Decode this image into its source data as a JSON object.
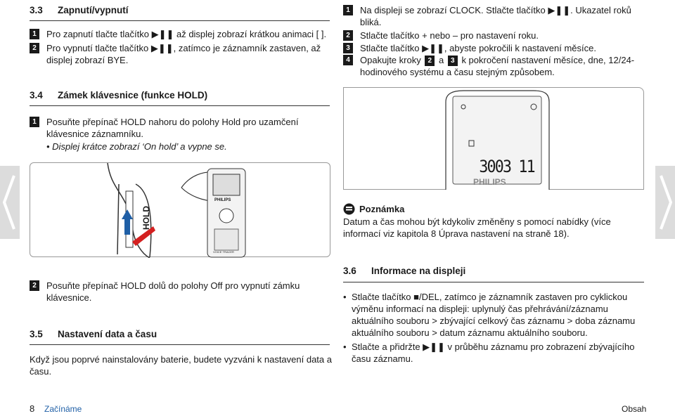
{
  "sec33": {
    "num": "3.3",
    "title": "Zapnutí/vypnutí"
  },
  "sec33_steps": [
    {
      "badge": "1",
      "text": "Pro zapnutí tlačte tlačítko ▶❚❚ až displej zobrazí krátkou animaci [ ]."
    },
    {
      "badge": "2",
      "text": "Pro vypnutí tlačte tlačítko ▶❚❚, zatímco je záznamník zastaven, až displej zobrazí BYE."
    }
  ],
  "sec34": {
    "num": "3.4",
    "title": "Zámek klávesnice (funkce HOLD)"
  },
  "sec34_step1": {
    "badge": "1",
    "text": "Posuňte přepínač HOLD nahoru do polohy Hold pro uzamčení klávesnice záznamníku."
  },
  "sec34_note": "• Displej krátce zobrazí ‘On hold’ a vypne se.",
  "sec34_step2": {
    "badge": "2",
    "text": "Posuňte přepínač HOLD dolů do polohy Off pro vypnutí zámku klávesnice."
  },
  "device_illustration": {
    "hold_label": "HOLD",
    "brand": "PHILIPS",
    "voice_tracer": "VOICE TRACER"
  },
  "sec35": {
    "num": "3.5",
    "title": "Nastavení data a času"
  },
  "sec35_text": "Když jsou poprvé nainstalovány baterie, budete vyzváni k nastavení data a času.",
  "right_steps": [
    {
      "badge": "1",
      "text": "Na displeji se zobrazí CLOCK. Stlačte tlačítko ▶❚❚. Ukazatel roků bliká."
    },
    {
      "badge": "2",
      "text": "Stlačte tlačítko + nebo – pro nastavení roku."
    },
    {
      "badge": "3",
      "text": "Stlačte tlačítko ▶❚❚, abyste pokročili k nastavení měsíce."
    },
    {
      "badge": "4",
      "text_before": "Opakujte kroky",
      "b1": "2",
      "mid": "a",
      "b2": "3",
      "text_after": "k pokročení nastavení měsíce, dne, 12/24-hodinového systému a času stejným způsobem."
    }
  ],
  "display_illustration": {
    "digits": "3003 11",
    "brand": "PHILIPS"
  },
  "note": {
    "title": "Poznámka",
    "text": "Datum a čas mohou být kdykoliv změněny s pomocí nabídky (více informací viz kapitola 8 Úprava nastavení na straně 18)."
  },
  "sec36": {
    "num": "3.6",
    "title": "Informace na displeji"
  },
  "sec36_bullets": [
    "Stlačte tlačítko ■/DEL, zatímco je záznamník zastaven pro cyklickou výměnu informací na displeji: uplynulý čas přehrávání/záznamu aktuálního souboru > zbývající celkový čas záznamu > doba záznamu aktuálního souboru > datum záznamu aktuálního souboru.",
    "Stlačte a přidržte ▶❚❚ v průběhu záznamu pro zobrazení zbývajícího času záznamu."
  ],
  "footer": {
    "page": "8",
    "section": "Začínáme",
    "contents": "Obsah"
  },
  "colors": {
    "accent": "#1f5fa6",
    "badge": "#1a1a1a",
    "nav": "#dcdcdc"
  }
}
